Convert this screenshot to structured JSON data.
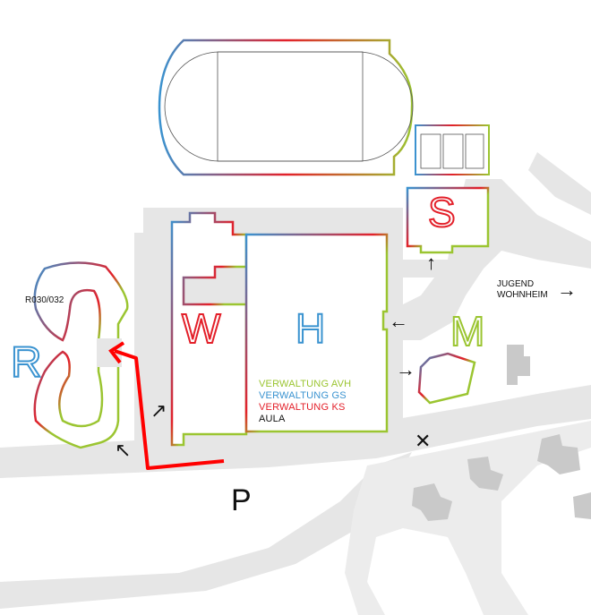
{
  "buildings": {
    "r": "R",
    "w": "W",
    "h": "H",
    "s": "S",
    "m": "M"
  },
  "room_label": "R030/032",
  "parking": "P",
  "marker": "✕",
  "jugendwohnheim": {
    "line1": "JUGEND",
    "line2": "WOHNHEIM"
  },
  "legend": [
    {
      "label": "VERWALTUNG AVH",
      "color": "#9bc531"
    },
    {
      "label": "VERWALTUNG GS",
      "color": "#3a93d0"
    },
    {
      "label": "VERWALTUNG KS",
      "color": "#e3202a"
    },
    {
      "label": "AULA",
      "color": "#111111"
    }
  ],
  "colors": {
    "road": "#e6e6e6",
    "route": "#ff0000"
  }
}
